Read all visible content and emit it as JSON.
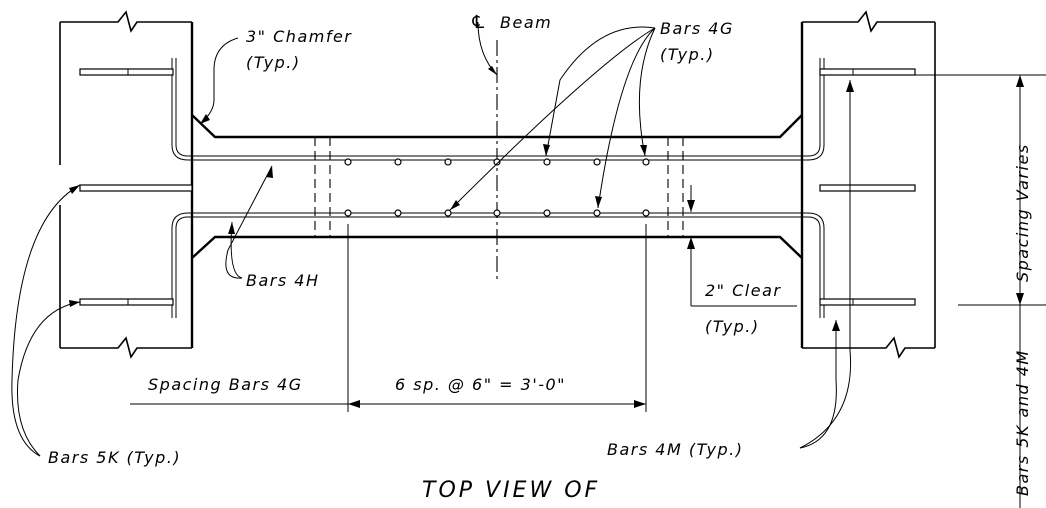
{
  "labels": {
    "chamfer_1": "3\" Chamfer",
    "chamfer_2": "(Typ.)",
    "beam_cl_symbol": "℄",
    "beam_cl_text": "Beam",
    "bars4g_1": "Bars 4G",
    "bars4g_2": "(Typ.)",
    "bars4h": "Bars 4H",
    "clear_1": "2\" Clear",
    "clear_2": "(Typ.)",
    "spacing_4g": "Spacing Bars 4G",
    "spacing_dim": "6 sp. @ 6\" = 3'-0\"",
    "bars5k": "Bars 5K (Typ.)",
    "bars4m": "Bars 4M (Typ.)",
    "spacing_varies": "Spacing Varies",
    "bars5k_4m": "Bars 5K and 4M",
    "title": "TOP VIEW OF"
  }
}
